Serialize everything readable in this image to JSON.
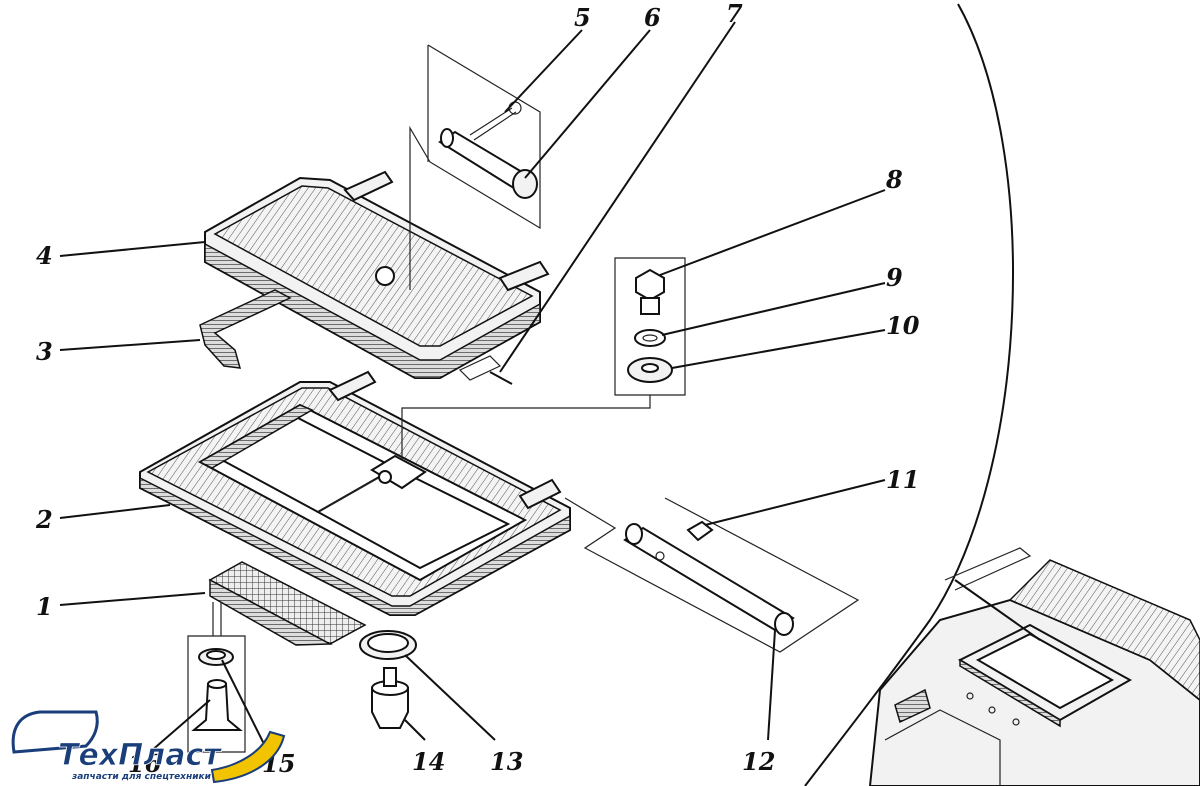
{
  "labels": [
    "1",
    "2",
    "3",
    "4",
    "5",
    "6",
    "7",
    "8",
    "9",
    "10",
    "11",
    "12",
    "13",
    "14",
    "15",
    "16"
  ],
  "logo": {
    "name": "ТехПласт",
    "tagline": "запчасти для спецтехники",
    "accent": "#f2c400",
    "brand": "#1a3e7a"
  }
}
